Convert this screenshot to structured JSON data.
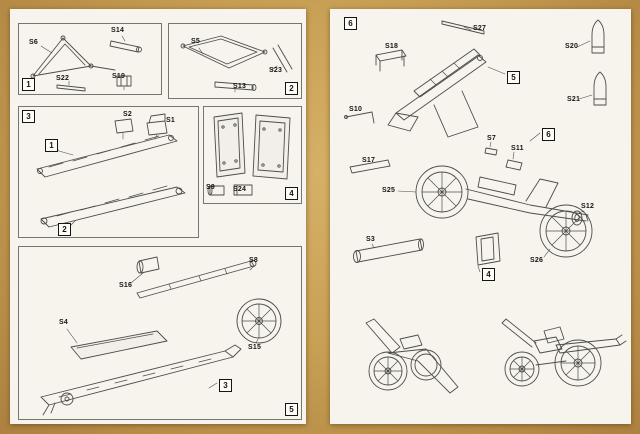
{
  "left_page": {
    "step1": {
      "badge": "1",
      "labels": {
        "s6": "S6",
        "s14": "S14",
        "s22": "S22",
        "s19": "S19"
      }
    },
    "step2": {
      "badge": "2",
      "labels": {
        "s5": "S5",
        "s23": "S23",
        "s13": "S13"
      }
    },
    "step3": {
      "badge": "3",
      "callouts": {
        "c1": "1",
        "c2": "2"
      },
      "labels": {
        "s2": "S2",
        "s1": "S1"
      }
    },
    "step4": {
      "badge": "4",
      "labels": {
        "s9": "S9",
        "s24": "S24"
      }
    },
    "step5": {
      "badge": "5",
      "callouts": {
        "c3": "3"
      },
      "labels": {
        "s16": "S16",
        "s8": "S8",
        "s4": "S4",
        "s15": "S15"
      }
    }
  },
  "right_page": {
    "step6": {
      "badge": "6",
      "callouts": {
        "c5": "5"
      },
      "labels": {
        "s18": "S18",
        "s27": "S27",
        "s10": "S10",
        "s17": "S17"
      }
    },
    "ammunition": {
      "labels": {
        "s20": "S20",
        "s21": "S21"
      }
    },
    "step7": {
      "callouts": {
        "c6": "6",
        "c4": "4"
      },
      "labels": {
        "s7": "S7",
        "s11": "S11",
        "s25": "S25",
        "s12": "S12",
        "s3": "S3",
        "s26": "S26"
      }
    }
  }
}
